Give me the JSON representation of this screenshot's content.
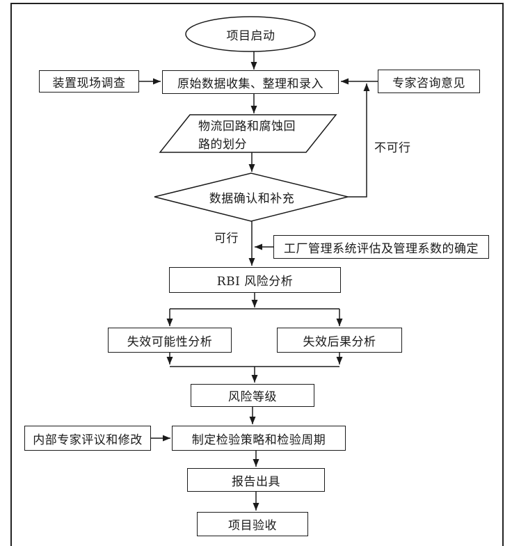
{
  "figure": {
    "nodes": {
      "start": "项目启动",
      "site_survey": "装置现场调查",
      "data_collection": "原始数据收集、整理和录入",
      "expert_consult": "专家咨询意见",
      "loop_division": "物流回路和腐蚀回路的划分",
      "data_confirm": "数据确认和补充",
      "mgmt_system": "工厂管理系统评估及管理系数的确定",
      "rbi_analysis": "RBI 风险分析",
      "failure_probability": "失效可能性分析",
      "failure_consequence": "失效后果分析",
      "risk_level": "风险等级",
      "internal_review": "内部专家评议和修改",
      "inspection_strategy": "制定检验策略和检验周期",
      "report": "报告出具",
      "acceptance": "项目验收"
    },
    "edge_labels": {
      "infeasible": "不可行",
      "feasible": "可行"
    },
    "colors": {
      "line": "#1a1a1a",
      "background": "#ffffff"
    }
  }
}
